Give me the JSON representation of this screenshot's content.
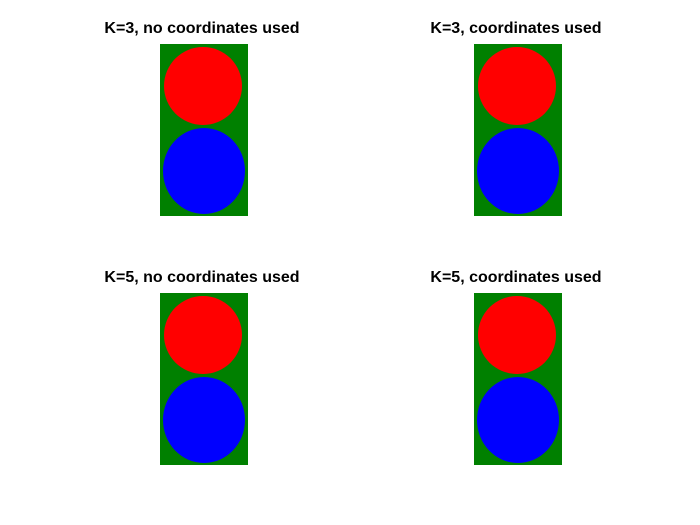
{
  "colors": {
    "background": "#008000",
    "top_circle": "#ff0000",
    "bottom_circle": "#0000ff"
  },
  "panels": [
    {
      "title": "K=3, no coordinates used"
    },
    {
      "title": "K=3, coordinates used"
    },
    {
      "title": "K=5, no coordinates used"
    },
    {
      "title": "K=5, coordinates used"
    }
  ]
}
